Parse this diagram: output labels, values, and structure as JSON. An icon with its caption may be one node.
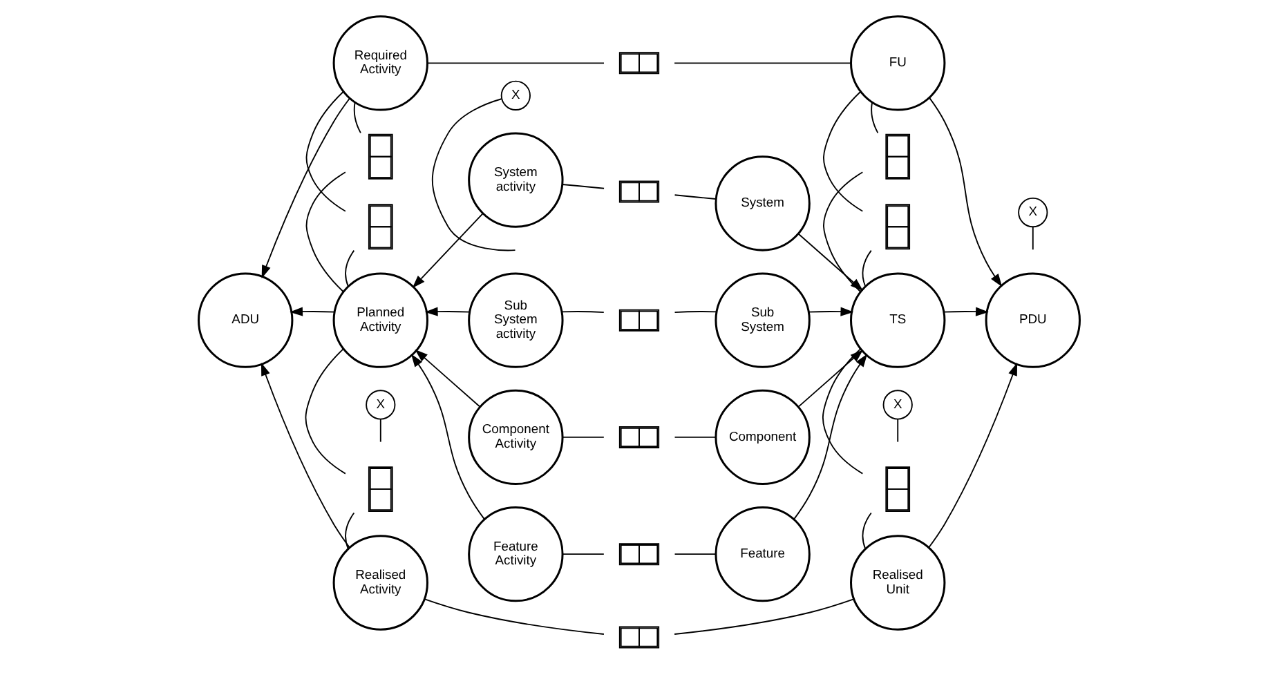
{
  "diagram": {
    "nodes": [
      {
        "text": [
          "Required Activity"
        ]
      },
      {
        "text": [
          "System activity"
        ]
      },
      {
        "text": [
          "System"
        ]
      },
      {
        "text": [
          "FU"
        ]
      },
      {
        "text": [
          "ADU"
        ]
      },
      {
        "text": [
          "Planned Activity"
        ]
      },
      {
        "text": [
          "Sub System activity"
        ]
      },
      {
        "text": [
          "Sub System"
        ]
      },
      {
        "text": [
          "TS"
        ]
      },
      {
        "text": [
          "PDU"
        ]
      },
      {
        "text": [
          "Component Activity"
        ]
      },
      {
        "text": [
          "Component"
        ]
      },
      {
        "text": [
          "Realised Activity"
        ]
      },
      {
        "text": [
          "Feature Activity"
        ]
      },
      {
        "text": [
          "Feature"
        ]
      },
      {
        "text": [
          "Realised Unit"
        ]
      },
      {
        "text": [
          "X"
        ]
      },
      {
        "text": [
          "X"
        ]
      },
      {
        "text": [
          "X"
        ]
      },
      {
        "text": [
          "X"
        ]
      },
      {
        "text": [],
        "shape": "box"
      },
      {
        "text": [],
        "shape": "box"
      },
      {
        "text": [],
        "shape": "box"
      },
      {
        "text": [],
        "shape": "box"
      },
      {
        "text": [],
        "shape": "box"
      },
      {
        "text": [],
        "shape": "box"
      },
      {
        "text": [],
        "shape": "box"
      },
      {
        "text": [],
        "shape": "box"
      },
      {
        "text": [],
        "shape": "box"
      },
      {
        "text": [],
        "shape": "box"
      },
      {
        "text": [],
        "shape": "box"
      },
      {
        "text": [],
        "shape": "box"
      }
    ],
    "edges": [
      {
        "from": 0,
        "to": 4,
        "arrow": "to"
      },
      {
        "from": 5,
        "to": 4,
        "arrow": "to"
      },
      {
        "from": 12,
        "to": 4,
        "arrow": "to"
      },
      {
        "from": 16,
        "to": null,
        "arrow": "none"
      },
      {
        "from": 1,
        "to": 5,
        "arrow": "to"
      },
      {
        "from": 6,
        "to": 5,
        "arrow": "to"
      },
      {
        "from": 10,
        "to": 5,
        "arrow": "to"
      },
      {
        "from": 13,
        "to": 5,
        "arrow": "to"
      },
      {
        "from": 17,
        "to": null,
        "arrow": "none"
      },
      {
        "from": 2,
        "to": 8,
        "arrow": "to"
      },
      {
        "from": 7,
        "to": 8,
        "arrow": "to"
      },
      {
        "from": 11,
        "to": 8,
        "arrow": "to"
      },
      {
        "from": 14,
        "to": 8,
        "arrow": "to"
      },
      {
        "from": 18,
        "to": null,
        "arrow": "none"
      },
      {
        "from": 3,
        "to": 9,
        "arrow": "to"
      },
      {
        "from": 8,
        "to": 9,
        "arrow": "to"
      },
      {
        "from": 15,
        "to": 9,
        "arrow": "to"
      },
      {
        "from": 19,
        "to": null,
        "arrow": "none"
      },
      {
        "from": 0,
        "to": 20,
        "arrow": "none"
      },
      {
        "from": 20,
        "to": 3,
        "arrow": "none"
      },
      {
        "from": 1,
        "to": 21,
        "arrow": "none"
      },
      {
        "from": 21,
        "to": 2,
        "arrow": "none"
      },
      {
        "from": 0,
        "to": 22,
        "arrow": "none"
      },
      {
        "from": 22,
        "to": 5,
        "arrow": "none"
      },
      {
        "from": 0,
        "to": 23,
        "arrow": "none"
      },
      {
        "from": 23,
        "to": 5,
        "arrow": "none"
      },
      {
        "from": 3,
        "to": 24,
        "arrow": "none"
      },
      {
        "from": 24,
        "to": 8,
        "arrow": "none"
      },
      {
        "from": 3,
        "to": 25,
        "arrow": "none"
      },
      {
        "from": 25,
        "to": 8,
        "arrow": "none"
      },
      {
        "from": 6,
        "to": 26,
        "arrow": "none"
      },
      {
        "from": 26,
        "to": 7,
        "arrow": "none"
      },
      {
        "from": 10,
        "to": 27,
        "arrow": "none"
      },
      {
        "from": 27,
        "to": 11,
        "arrow": "none"
      },
      {
        "from": 5,
        "to": 28,
        "arrow": "none"
      },
      {
        "from": 28,
        "to": 12,
        "arrow": "none"
      },
      {
        "from": 8,
        "to": 29,
        "arrow": "none"
      },
      {
        "from": 29,
        "to": 15,
        "arrow": "none"
      },
      {
        "from": 13,
        "to": 30,
        "arrow": "none"
      },
      {
        "from": 30,
        "to": 14,
        "arrow": "none"
      },
      {
        "from": 12,
        "to": 31,
        "arrow": "none"
      },
      {
        "from": 31,
        "to": 15,
        "arrow": "none"
      }
    ]
  }
}
